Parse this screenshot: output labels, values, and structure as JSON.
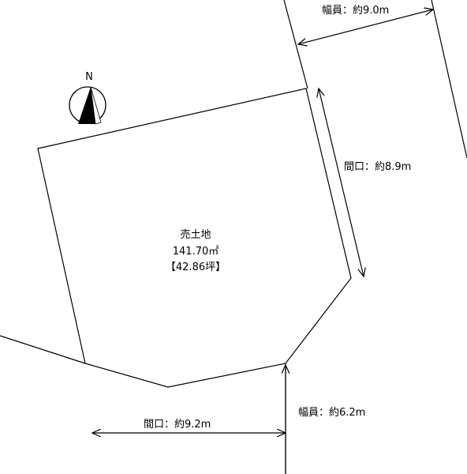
{
  "compass": {
    "label": "N",
    "icon": "north-arrow-icon"
  },
  "lot": {
    "title": "売土地",
    "area_m2": "141.70㎡",
    "area_tsubo": "【42.86坪】"
  },
  "dimensions": {
    "road_width_top": "幅員：約9.0m",
    "frontage_right": "間口：約8.9m",
    "road_width_bottom": "幅員：約6.2m",
    "frontage_bottom": "間口：約9.2m"
  },
  "colors": {
    "line": "#000000",
    "background": "#ffffff"
  }
}
